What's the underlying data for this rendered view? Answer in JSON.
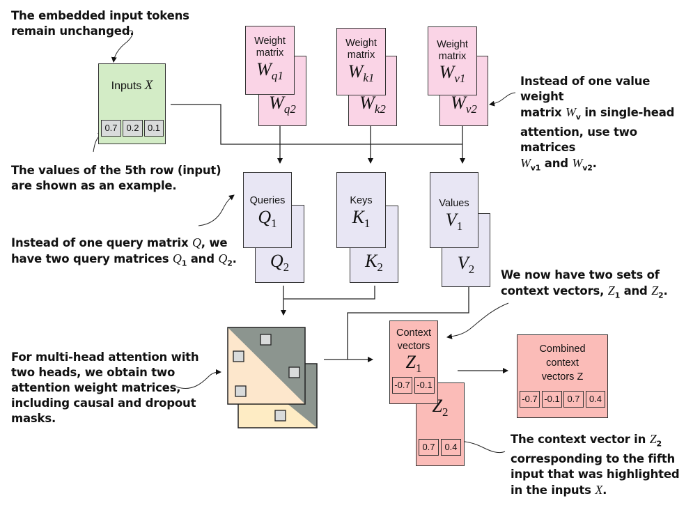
{
  "diagram": {
    "title": "Multi-head attention with two heads",
    "colors": {
      "inputs": "#d3ecc6",
      "weights": "#fad4e6",
      "qkv": "#e8e6f4",
      "context": "#fbbcb8",
      "attn_light": "#fde7cc",
      "attn_light2": "#feecc4",
      "attn_dark": "#8c958f",
      "cell_grey": "#d9dbdb"
    },
    "inputs": {
      "label": "Inputs",
      "symbol": "X",
      "values": [
        "0.7",
        "0.2",
        "0.1"
      ]
    },
    "weights": [
      {
        "label_line1": "Weight",
        "label_line2": "matrix",
        "symbol": "W",
        "sub_front": "q1",
        "sub_back": "q2"
      },
      {
        "label_line1": "Weight",
        "label_line2": "matrix",
        "symbol": "W",
        "sub_front": "k1",
        "sub_back": "k2"
      },
      {
        "label_line1": "Weight",
        "label_line2": "matrix",
        "symbol": "W",
        "sub_front": "v1",
        "sub_back": "v2"
      }
    ],
    "qkv": [
      {
        "label": "Queries",
        "symbol": "Q",
        "sub_front": "1",
        "sub_back": "2"
      },
      {
        "label": "Keys",
        "symbol": "K",
        "sub_front": "1",
        "sub_back": "2"
      },
      {
        "label": "Values",
        "symbol": "V",
        "sub_front": "1",
        "sub_back": "2"
      }
    ],
    "context": {
      "label_line1": "Context",
      "label_line2": "vectors",
      "z1": {
        "symbol": "Z",
        "sub": "1",
        "values": [
          "-0.7",
          "-0.1"
        ]
      },
      "z2": {
        "symbol": "Z",
        "sub": "2",
        "values": [
          "0.7",
          "0.4"
        ]
      }
    },
    "combined": {
      "line1": "Combined",
      "line2": "context",
      "line3": "vectors Z",
      "values": [
        "-0.7",
        "-0.1",
        "0.7",
        "0.4"
      ]
    },
    "annotations": {
      "embedded": {
        "line1": "The embedded input tokens",
        "line2": "remain unchanged."
      },
      "fifth_row": {
        "line1": "The values of the 5th row (input)",
        "line2": "are shown as an example."
      },
      "query": {
        "line1_a": "Instead of one query matrix ",
        "line1_m": "Q",
        "line1_b": ", we",
        "line2_a": "have two query matrices ",
        "q1": "Q",
        "q1_sub": "1",
        "and": " and ",
        "q2": "Q",
        "q2_sub": "2",
        "end": "."
      },
      "value_weight": {
        "line1": "Instead of one value weight",
        "line2_a": "matrix ",
        "wv": "W",
        "wv_sub": "v",
        "line2_b": " in single-head",
        "line3": "attention, use two matrices",
        "w1": "W",
        "w1_sub": "v1",
        "and": " and ",
        "w2": "W",
        "w2_sub": "v2",
        "end": "."
      },
      "multihead": {
        "line1": "For multi-head attention with",
        "line2": "two heads, we obtain two",
        "line3": "attention weight matrices,",
        "line4": "including causal and dropout",
        "line5": "masks."
      },
      "two_sets": {
        "line1": "We now have two sets of",
        "line2_a": "context vectors, ",
        "z1": "Z",
        "z1_sub": "1",
        "and": " and ",
        "z2": "Z",
        "z2_sub": "2",
        "end": "."
      },
      "context_vector": {
        "line1_a": "The context vector in ",
        "z2": "Z",
        "z2_sub": "2",
        "line2": "corresponding to the fifth",
        "line3": "input that was highlighted",
        "line4_a": "in the inputs ",
        "x": "X",
        "end": "."
      }
    }
  }
}
